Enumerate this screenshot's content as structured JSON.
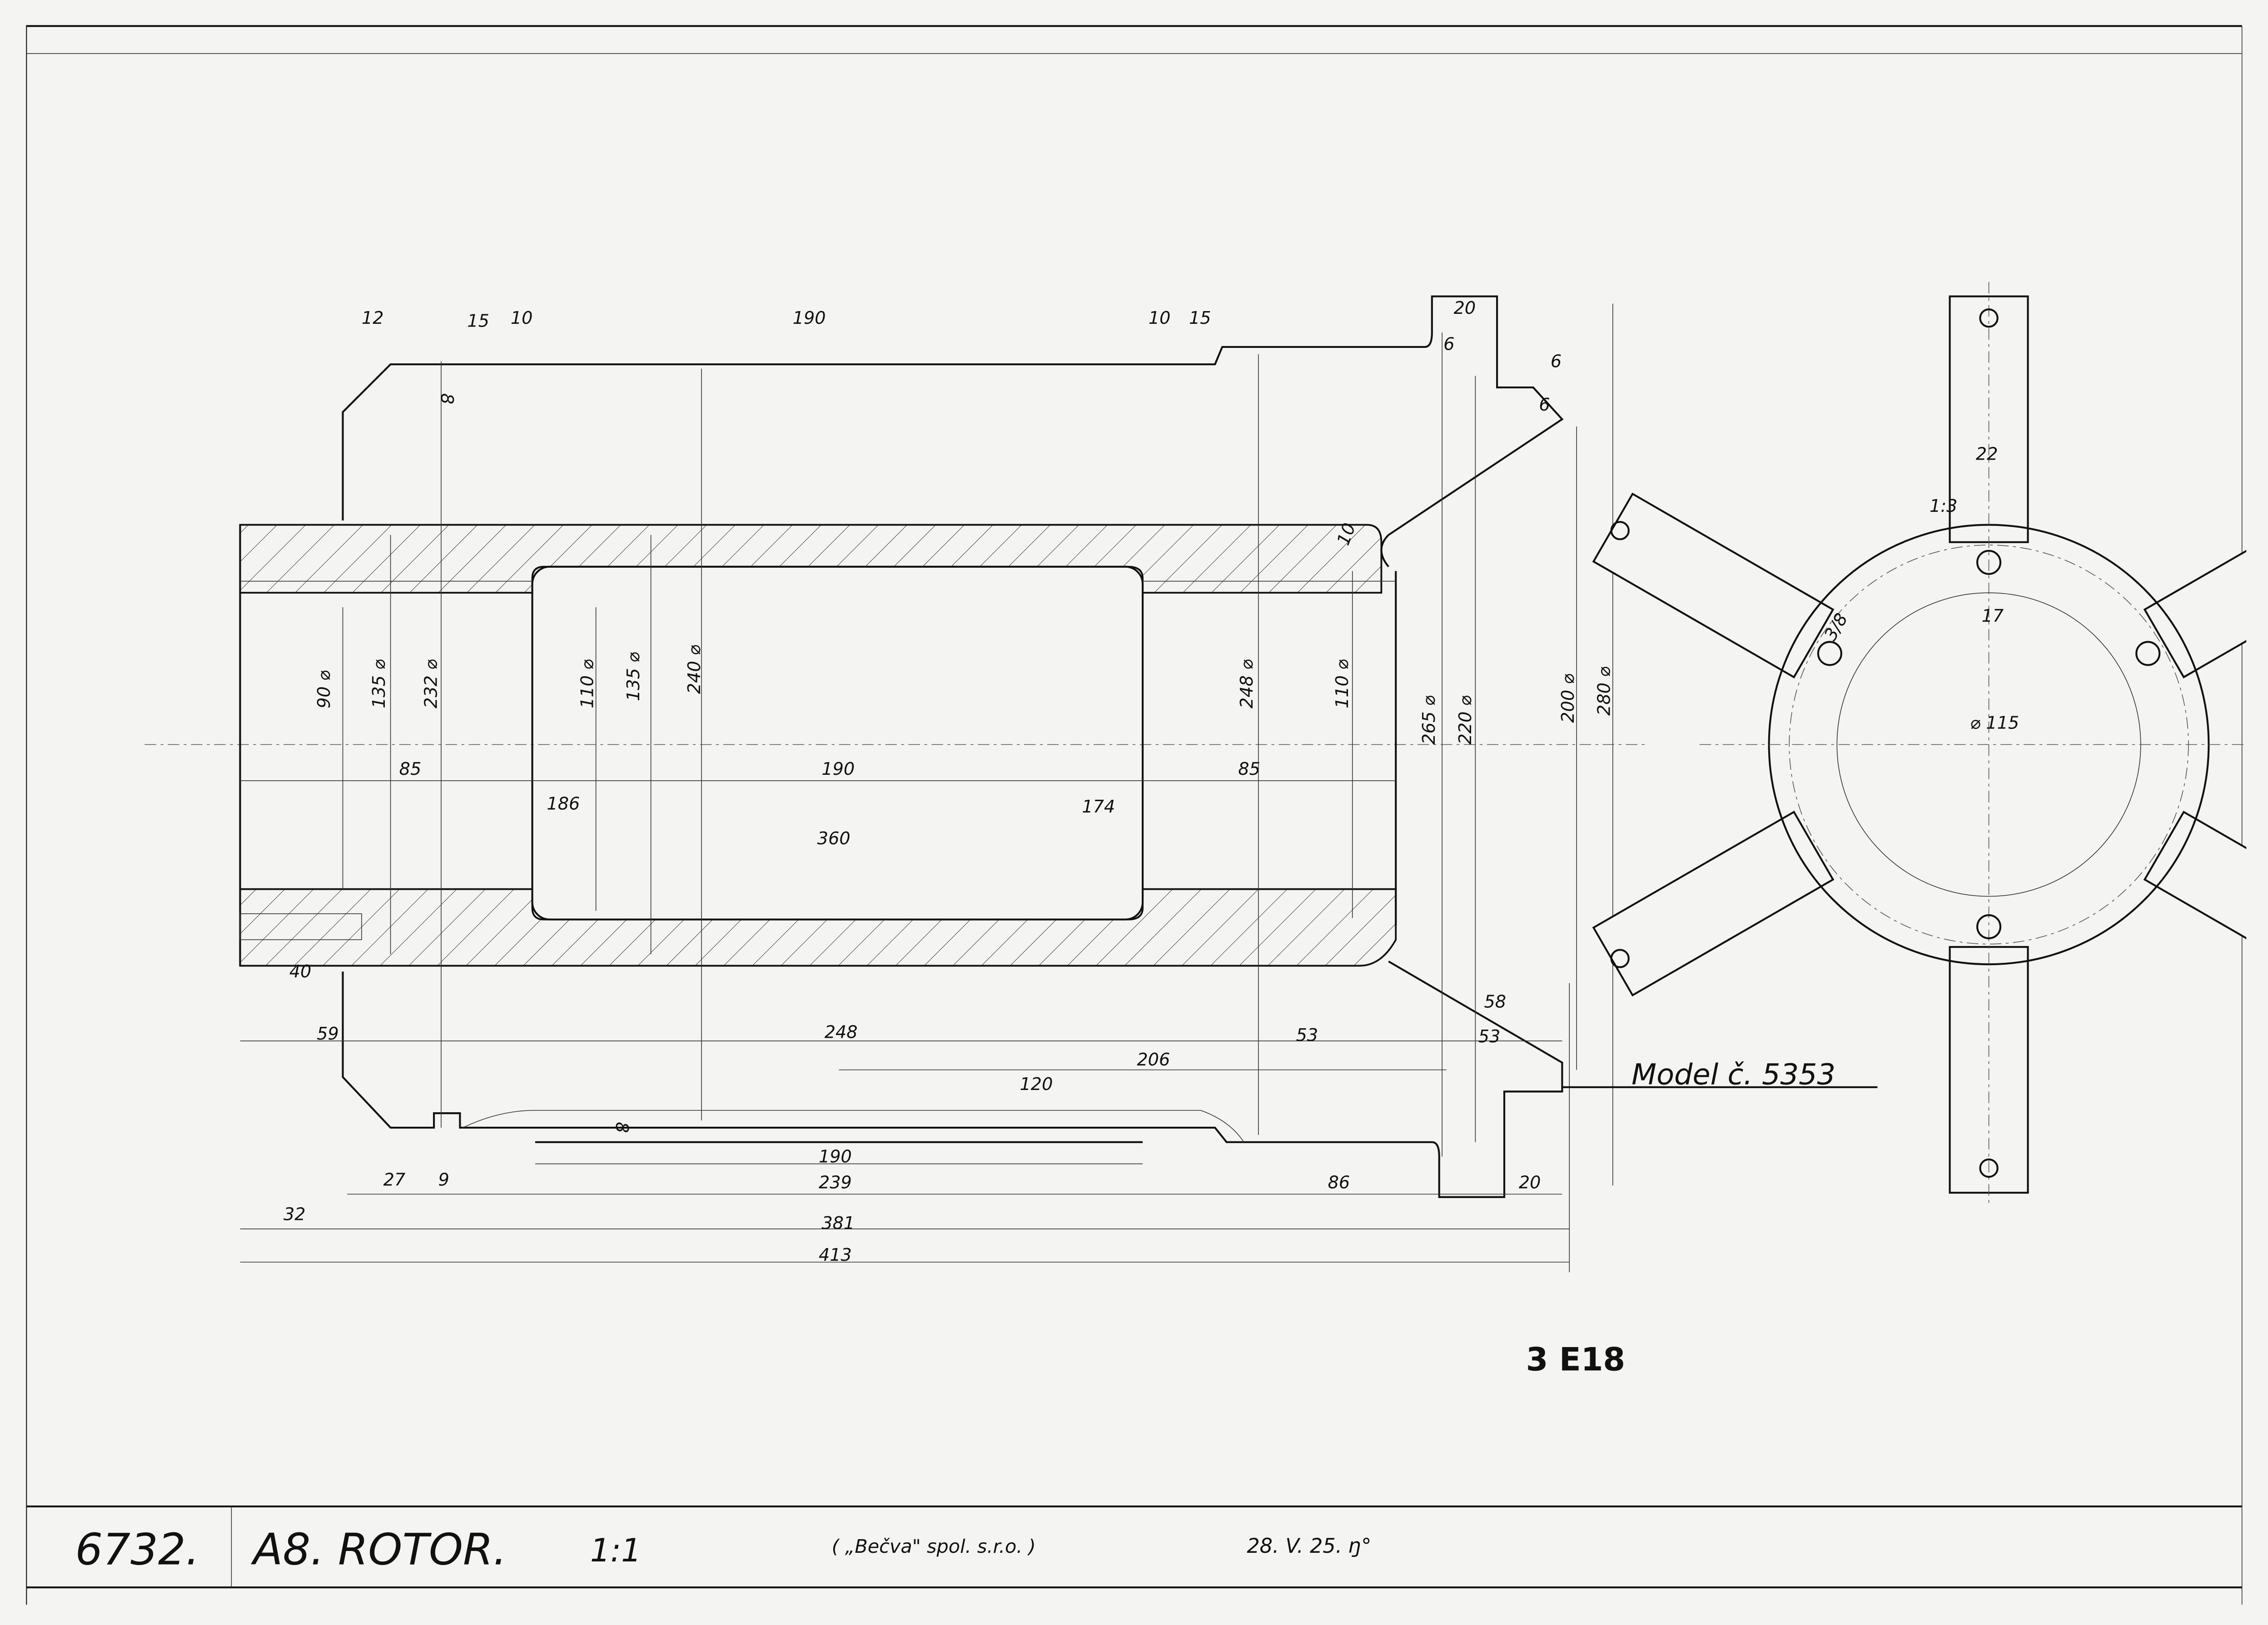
{
  "title_block": {
    "drawing_number": "6732.",
    "title": "A8. ROTOR.",
    "scale": "1:1",
    "company": "( „Bečva\" spol. s.r.o. )",
    "date": "28. V. 25. ŋ°"
  },
  "model_label": "Model č. 5353",
  "stamp": "3 E18",
  "dimensions": {
    "top": [
      "12",
      "15",
      "10",
      "190",
      "10",
      "15",
      "20",
      "6",
      "6",
      "6",
      "8"
    ],
    "diameters": [
      "90 ⌀",
      "135 ⌀",
      "232 ⌀",
      "110 ⌀",
      "135 ⌀",
      "240 ⌀",
      "248 ⌀",
      "110 ⌀",
      "265 ⌀",
      "220 ⌀",
      "200 ⌀",
      "280 ⌀"
    ],
    "middle": [
      "85",
      "190",
      "85",
      "186",
      "174",
      "360",
      "40",
      "10"
    ],
    "bottom": [
      "59",
      "248",
      "53",
      "58",
      "53",
      "206",
      "120",
      "8",
      "190",
      "239",
      "27",
      "9",
      "86",
      "20",
      "32",
      "381",
      "413"
    ],
    "end_view": [
      "22",
      "17",
      "⌀ 115",
      "1:3",
      "3/8"
    ]
  }
}
